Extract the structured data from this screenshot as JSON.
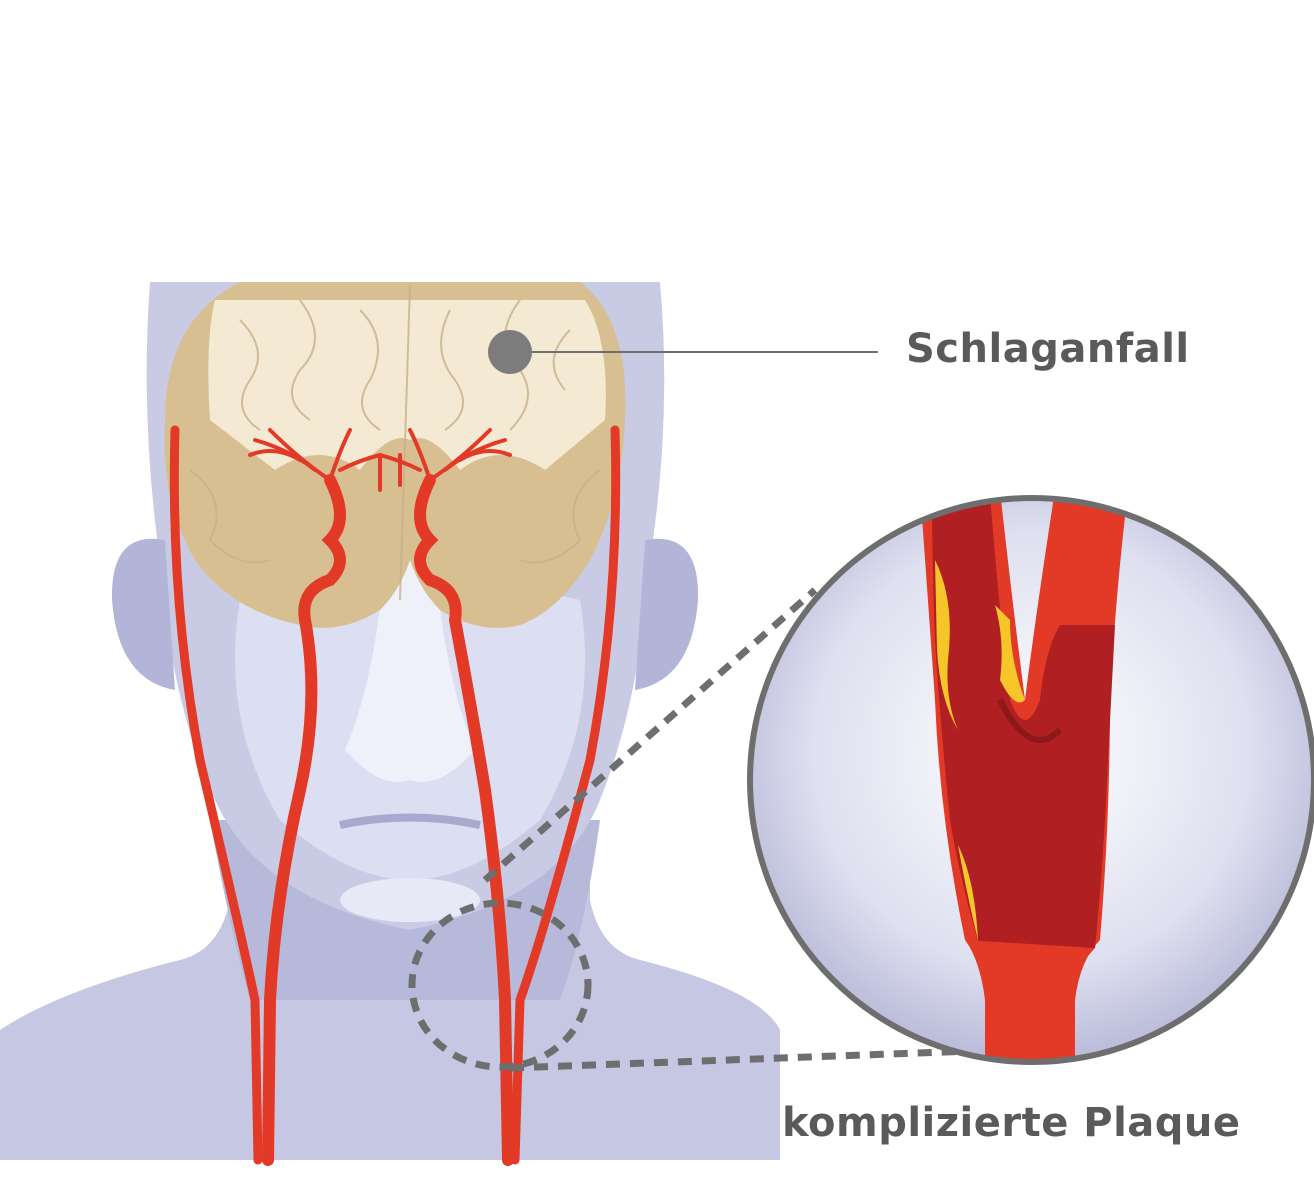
{
  "labels": {
    "stroke": "Schlaganfall",
    "plaque": "komplizierte Plaque"
  },
  "colors": {
    "head": "#c9cbe4",
    "head_dark": "#a9abd0",
    "face_light": "#e9eaf7",
    "brain": "#d8bf92",
    "brain_light": "#f4ead4",
    "artery": "#e23a26",
    "artery_dark": "#a81e1e",
    "plaque": "#f6c52a",
    "leader": "#6e6e6e",
    "text": "#5a5a5a"
  },
  "icons": [
    "stroke-marker-dot",
    "zoom-circle",
    "dashed-callout-ellipse"
  ]
}
